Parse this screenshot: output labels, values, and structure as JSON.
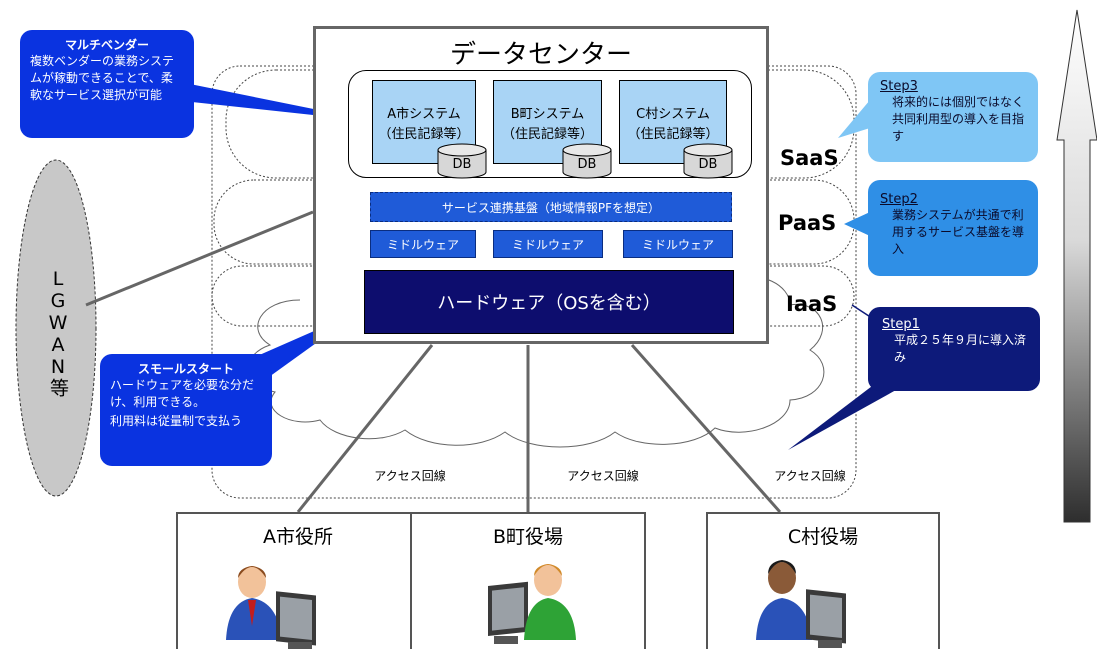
{
  "datacenter": {
    "title": "データセンター",
    "systems": [
      {
        "name": "A市システム",
        "sub": "（住民記録等）",
        "db": "DB"
      },
      {
        "name": "B町システム",
        "sub": "（住民記録等）",
        "db": "DB"
      },
      {
        "name": "C村システム",
        "sub": "（住民記録等）",
        "db": "DB"
      }
    ],
    "platform": "サービス連携基盤（地域情報PFを想定）",
    "middleware": [
      "ミドルウェア",
      "ミドルウェア",
      "ミドルウェア"
    ],
    "hardware": "ハードウェア（OSを含む）"
  },
  "layers": {
    "saas": "SaaS",
    "paas": "PaaS",
    "iaas": "IaaS"
  },
  "lgwan": "LGWAN等",
  "callouts": {
    "multivendor": {
      "title": "マルチベンダー",
      "body": "複数ベンダーの業務システムが稼動できることで、柔軟なサービス選択が可能"
    },
    "smallstart": {
      "title": "スモールスタート",
      "body1": "ハードウェアを必要な分だけ、利用できる。",
      "body2": "利用料は従量制で支払う"
    }
  },
  "steps": [
    {
      "label": "Step3",
      "text": "将来的には個別ではなく共同利用型の導入を目指す"
    },
    {
      "label": "Step2",
      "text": "業務システムが共通で利用するサービス基盤を導入"
    },
    {
      "label": "Step1",
      "text": "平成２５年９月に導入済み"
    }
  ],
  "access_lines": [
    "アクセス回線",
    "アクセス回線",
    "アクセス回線"
  ],
  "offices": [
    {
      "name": "A市役所"
    },
    {
      "name": "B町役場"
    },
    {
      "name": "C村役場"
    }
  ],
  "colors": {
    "system_box": "#a9d4f5",
    "middleware": "#1f5bd8",
    "hardware": "#0d0d6e",
    "callout_blue": "#0a33e0",
    "step3": "#7fc6f5",
    "step2": "#2f8fe6",
    "step1": "#0d1a7a"
  }
}
